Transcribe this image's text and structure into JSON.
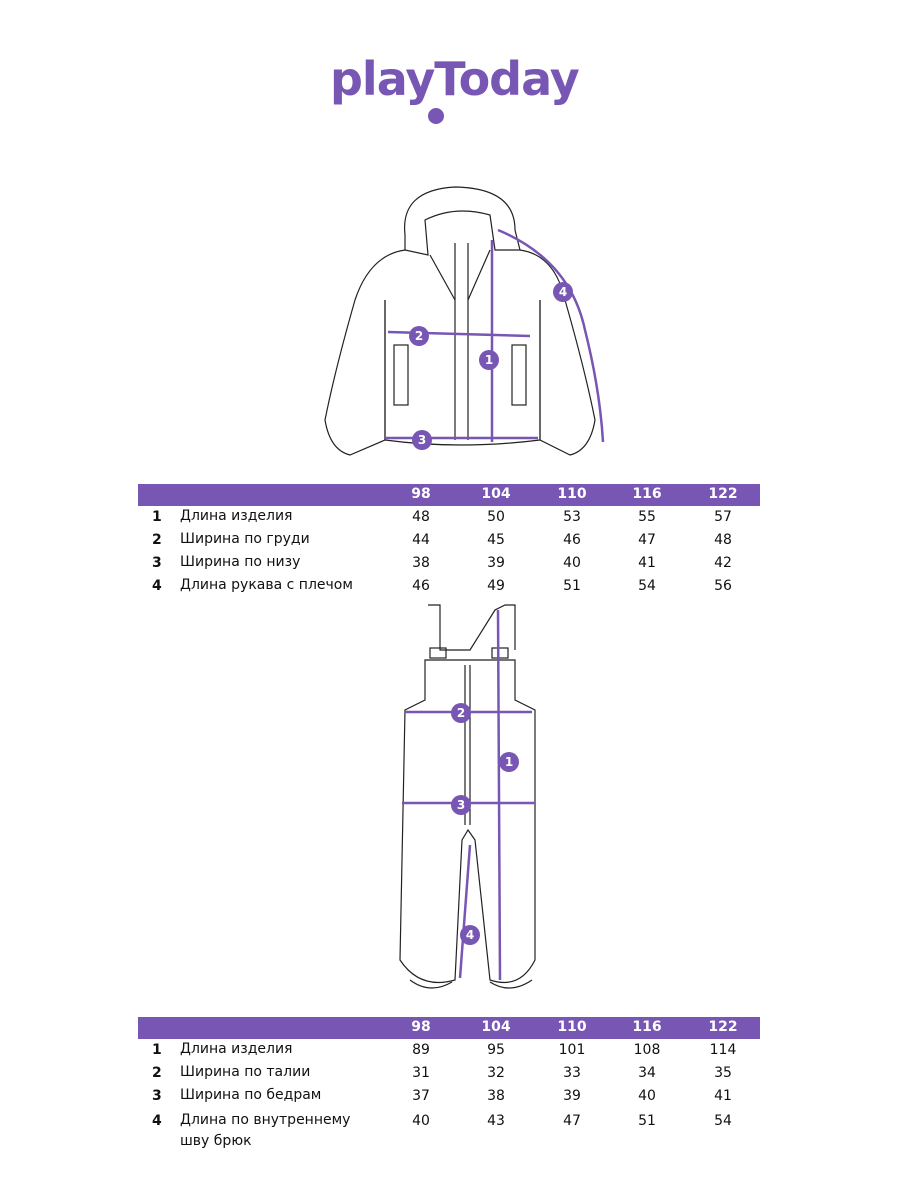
{
  "brand": {
    "logo_text": "playToday",
    "color": "#7856b3"
  },
  "sizes": [
    "98",
    "104",
    "110",
    "116",
    "122"
  ],
  "jacket": {
    "rows": [
      {
        "num": "1",
        "label": "Длина изделия",
        "values": [
          "48",
          "50",
          "53",
          "55",
          "57"
        ]
      },
      {
        "num": "2",
        "label": "Ширина по груди",
        "values": [
          "44",
          "45",
          "46",
          "47",
          "48"
        ]
      },
      {
        "num": "3",
        "label": "Ширина по низу",
        "values": [
          "38",
          "39",
          "40",
          "41",
          "42"
        ]
      },
      {
        "num": "4",
        "label": "Длина рукава с плечом",
        "values": [
          "46",
          "49",
          "51",
          "54",
          "56"
        ]
      }
    ]
  },
  "overalls": {
    "rows": [
      {
        "num": "1",
        "label": "Длина изделия",
        "values": [
          "89",
          "95",
          "101",
          "108",
          "114"
        ]
      },
      {
        "num": "2",
        "label": "Ширина по талии",
        "values": [
          "31",
          "32",
          "33",
          "34",
          "35"
        ]
      },
      {
        "num": "3",
        "label": "Ширина по бедрам",
        "values": [
          "37",
          "38",
          "39",
          "40",
          "41"
        ]
      },
      {
        "num": "4",
        "label": "Длина по внутреннему шву брюк",
        "values": [
          "40",
          "43",
          "47",
          "51",
          "54"
        ]
      }
    ]
  },
  "markers": [
    "1",
    "2",
    "3",
    "4"
  ]
}
